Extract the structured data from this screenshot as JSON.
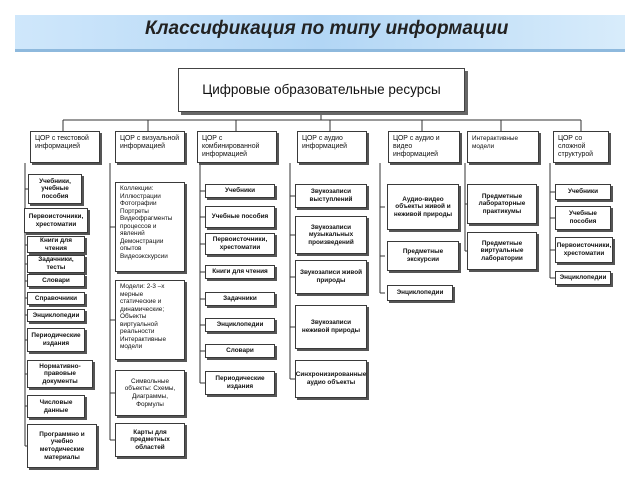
{
  "title": "Классификация по типу информации",
  "main": "Цифровые образовательные ресурсы",
  "columns": [
    {
      "header": "ЦОР с текстовой информацией",
      "items": [
        "Учебники, учебные пособия",
        "Первоисточники, хрестоматии",
        "Книги для чтения",
        "Задачники, тесты",
        "Словари",
        "Справочники",
        "Энциклопедии",
        "Периодические издания",
        "Нормативно-правовые документы",
        "Числовые данные",
        "Программно и учебно методические материалы"
      ]
    },
    {
      "header": "ЦОР с визуальной информацией",
      "items": [
        "Коллекции: Иллюстрации Фотографии Портреты Видеофрагменты процессов и явлений Демонстрации опытов Видеоэкскурсии",
        "Модели: 2-3 –х мерные статические и динамические; Объекты виртуальной реальности Интерактивные модели",
        "Символьные объекты: Схемы, Диаграммы, Формулы",
        "Карты для предметных областей"
      ]
    },
    {
      "header": "ЦОР с комбинированной информацией",
      "items": [
        "Учебники",
        "Учебные пособия",
        "Первоисточники, хрестоматии",
        "Книги для чтения",
        "Задачники",
        "Энциклопедии",
        "Словари",
        "Периодические издания"
      ]
    },
    {
      "header": "ЦОР с аудио информацией",
      "items": [
        "Звукозаписи выступлений",
        "Звукозаписи музыкальных произведений",
        "Звукозаписи живой природы",
        "Звукозаписи неживой природы",
        "Синхронизированные аудио объекты"
      ]
    },
    {
      "header": "ЦОР с аудио и видео информацией",
      "items": [
        "Аудио-видео объекты живой и неживой природы",
        "Предметные экскурсии",
        "Энциклопедии"
      ]
    },
    {
      "header": "Интерактивные модели",
      "items": [
        "Предметные лабораторные практикумы",
        "Предметные виртуальные лаборатории"
      ]
    },
    {
      "header": "ЦОР со сложной структурой",
      "items": [
        "Учебники",
        "Учебные пособия",
        "Первоисточники, хрестоматии",
        "Энциклопедии"
      ]
    }
  ]
}
